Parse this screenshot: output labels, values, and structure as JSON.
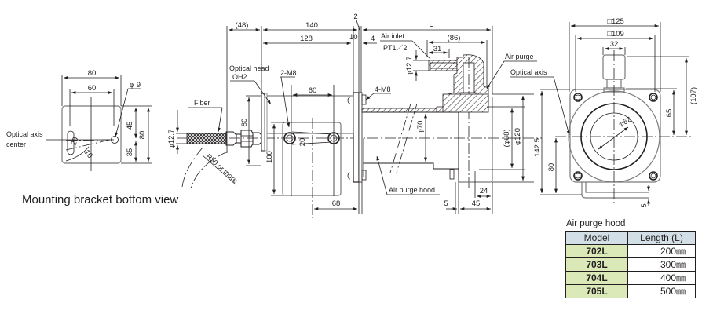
{
  "bracket_view": {
    "title": "Mounting bracket bottom view",
    "dims": {
      "width_outer": "80",
      "width_inner": "60",
      "hole": "φ 9",
      "height_upper": "45",
      "height_lower": "35",
      "height_total": "80",
      "angle_small": "20",
      "radius": "10"
    },
    "label_optical_axis_1": "Optical axis",
    "label_optical_axis_2": "center"
  },
  "side_view": {
    "dims": {
      "d48": "(48)",
      "d140": "140",
      "d128": "128",
      "d2": "2",
      "d10": "10",
      "d4": "4",
      "dL": "L",
      "d86": "(86)",
      "d31": "31",
      "d12_7_inlet": "φ12.7",
      "d60": "60",
      "d80": "80",
      "d100": "100",
      "d12_7_fiber": "φ12.7",
      "d20": "20",
      "d68": "68",
      "d70": "φ70",
      "d88": "(φ88)",
      "d120": "φ120",
      "d24": "24",
      "d5": "5",
      "d45": "45"
    },
    "labels": {
      "optical_head": "Optical head",
      "oh2": "OH2",
      "m8_2": "2-M8",
      "m8_4": "4-M8",
      "fiber": "Fiber",
      "bend": "R50 or more",
      "air_inlet": "Air inlet",
      "pt": "PT1／2",
      "air_purge": "Air purge",
      "air_purge_hood": "Air purge hood"
    }
  },
  "front_view": {
    "dims": {
      "sq125": "□125",
      "sq109": "□109",
      "w32": "32",
      "h107": "(107)",
      "h65": "65",
      "h142_5": "142.5",
      "h80": "80",
      "d62": "φ62",
      "h5": "5"
    },
    "labels": {
      "optical_axis": "Optical axis"
    }
  },
  "hood_table": {
    "title": "Air purge hood",
    "headers": [
      "Model",
      "Length (L)"
    ],
    "rows": [
      {
        "model": "702L",
        "length": "200㎜"
      },
      {
        "model": "703L",
        "length": "300㎜"
      },
      {
        "model": "704L",
        "length": "400㎜"
      },
      {
        "model": "705L",
        "length": "500㎜"
      }
    ],
    "colors": {
      "header_bg": "#d3dfe6",
      "model_bg": "#dbe8b8"
    }
  }
}
